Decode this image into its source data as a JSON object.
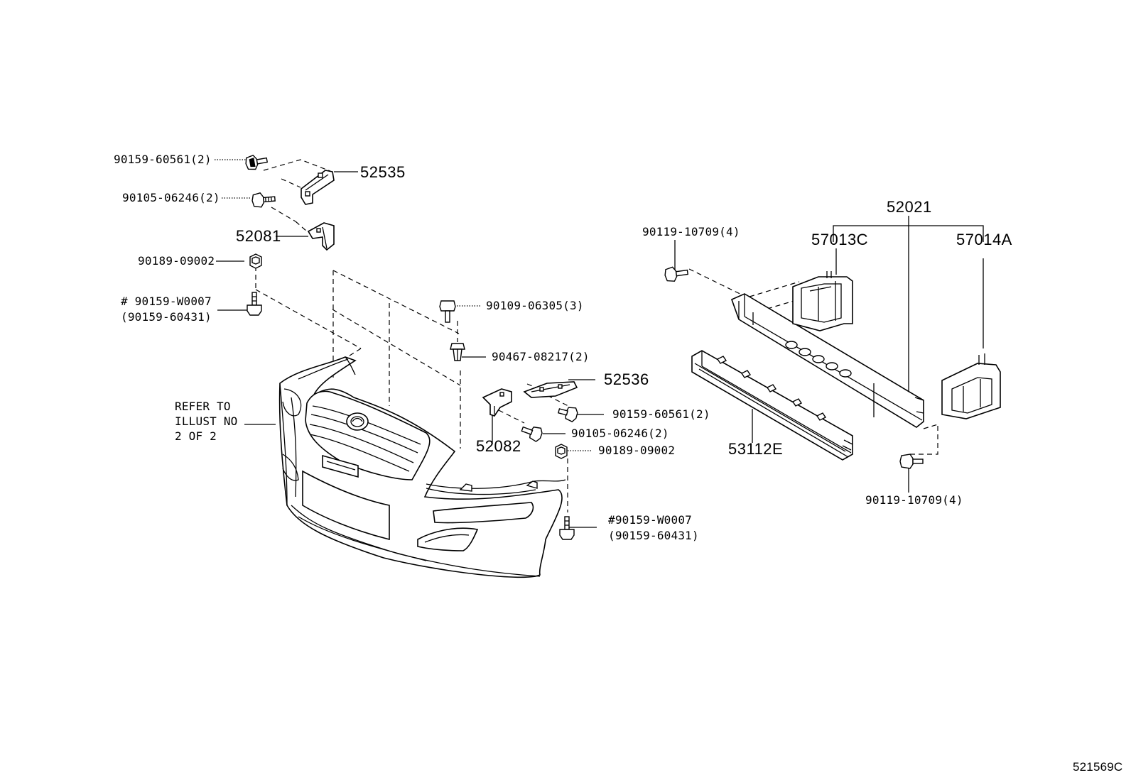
{
  "callouts": {
    "p90159_60561_top": "90159-60561(2)",
    "p52535": "52535",
    "p90105_06246_top": "90105-06246(2)",
    "p52081": "52081",
    "p90189_09002_left": "90189-09002",
    "p90159_w0007_left": "# 90159-W0007",
    "p90159_60431_left": "(90159-60431)",
    "refer_note": "REFER TO\nILLUST NO\n2 OF 2",
    "p90109_06305": "90109-06305(3)",
    "p90467_08217": "90467-08217(2)",
    "p52536": "52536",
    "p90159_60561_mid": "90159-60561(2)",
    "p90105_06246_mid": "90105-06246(2)",
    "p52082": "52082",
    "p90189_09002_right": "90189-09002",
    "p90159_w0007_right": "#90159-W0007",
    "p90159_60431_right": "(90159-60431)",
    "p90119_10709_top": "90119-10709(4)",
    "p52021": "52021",
    "p57013C": "57013C",
    "p57014A": "57014A",
    "p53112E": "53112E",
    "p90119_10709_bottom": "90119-10709(4)"
  },
  "figure_id": "521569C"
}
